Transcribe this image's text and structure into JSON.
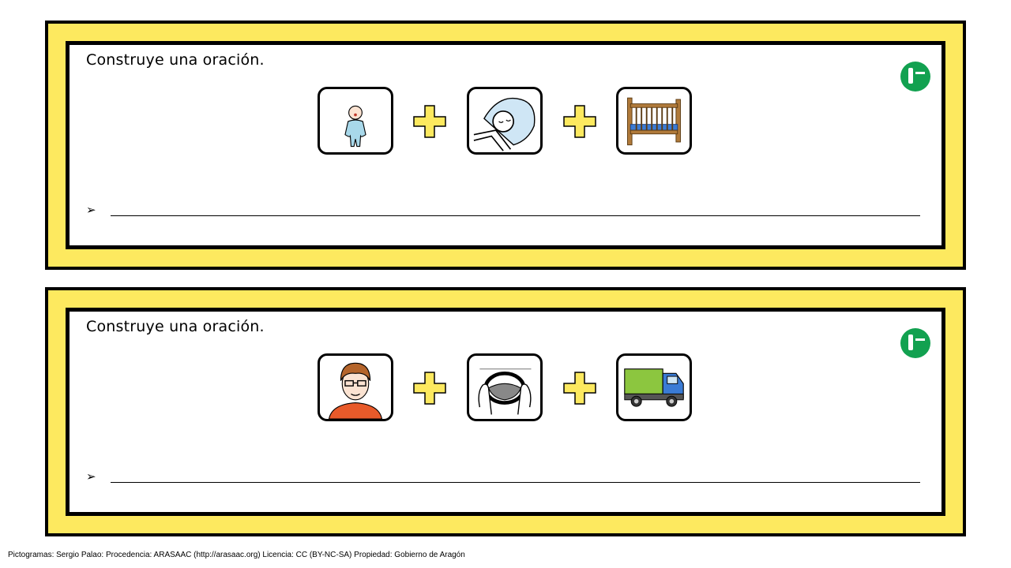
{
  "cards": [
    {
      "title": "Construye una oración.",
      "bullet": "➢",
      "pictograms": [
        "baby-pictogram",
        "sleep-pictogram",
        "crib-pictogram"
      ],
      "logo": "arasaac-logo"
    },
    {
      "title": "Construye una oración.",
      "bullet": "➢",
      "pictograms": [
        "man-pictogram",
        "drive-pictogram",
        "truck-pictogram"
      ],
      "logo": "arasaac-logo"
    }
  ],
  "colors": {
    "card_frame": "#FDE95F",
    "plus": "#FDE95F",
    "logo": "#12A150"
  },
  "footer": "Pictogramas: Sergio Palao: Procedencia: ARASAAC (http://arasaac.org) Licencia: CC (BY-NC-SA) Propiedad: Gobierno de Aragón"
}
